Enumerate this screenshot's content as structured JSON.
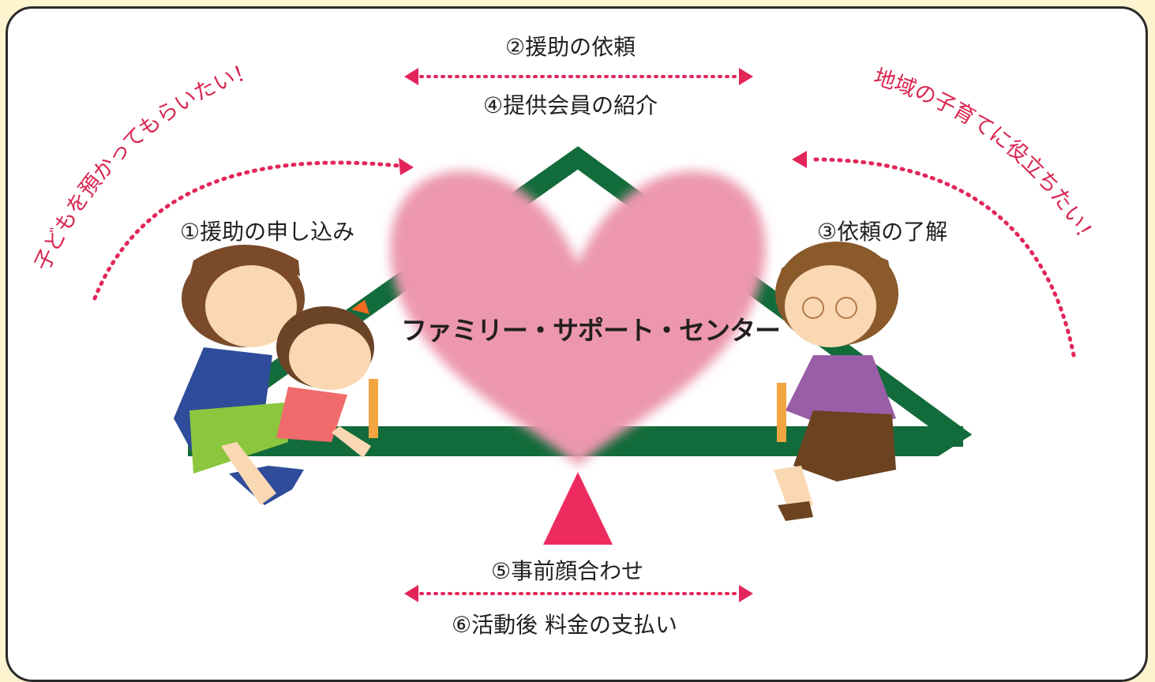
{
  "center_title": "ファミリー・サポート・センター",
  "steps": {
    "step1": "①援助の申し込み",
    "step2": "②援助の依頼",
    "step3": "③依頼の了解",
    "step4": "④提供会員の紹介",
    "step5": "⑤事前顔合わせ",
    "step6": "⑥活動後 料金の支払い"
  },
  "phrases": {
    "left_wish": "子どもを預かってもらいたい！",
    "right_wish": "地域の子育てに役立ちたい！"
  },
  "colors": {
    "background": "#fdf3cf",
    "green_frame": "#126b3a",
    "heart": "#ec97ae",
    "fulcrum": "#ee2b5f",
    "arrow": "#e2265a"
  }
}
